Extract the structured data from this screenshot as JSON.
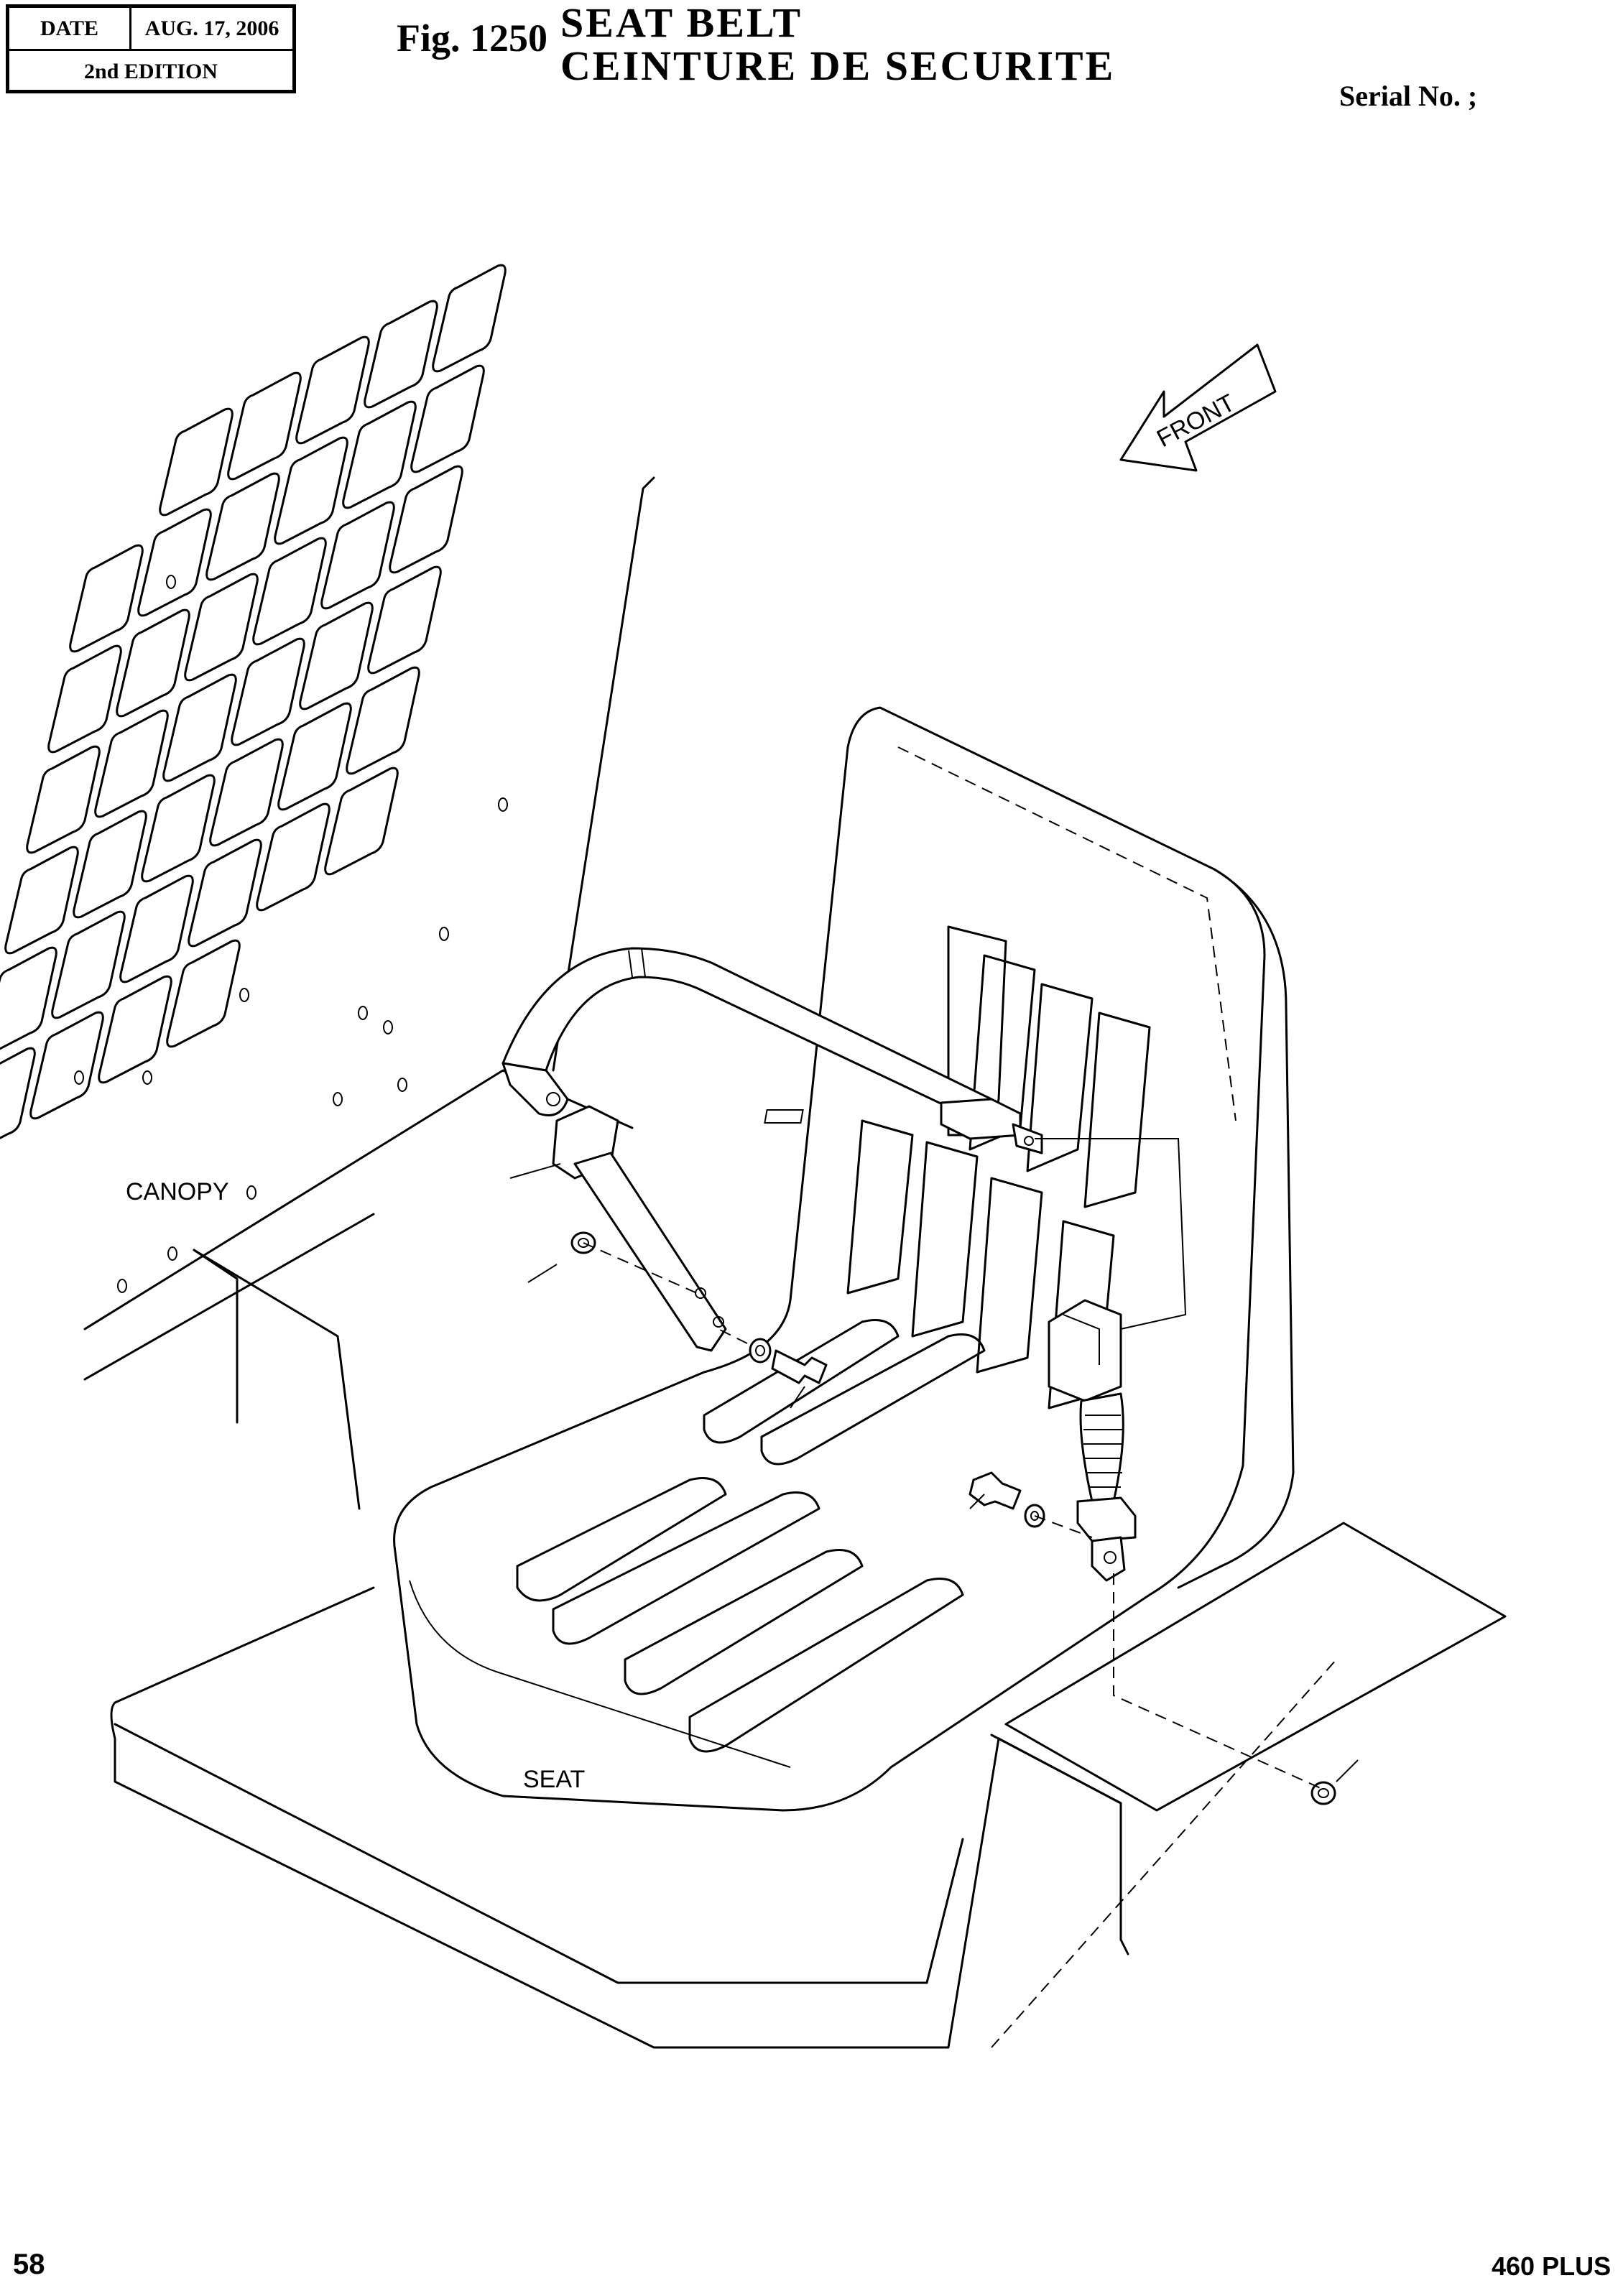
{
  "header": {
    "date_label": "DATE",
    "date_value": "AUG. 17, 2006",
    "edition": "2nd EDITION"
  },
  "figure": {
    "number": "Fig. 1250",
    "title_en": "SEAT  BELT",
    "title_fr": "CEINTURE  DE  SECURITE"
  },
  "serial_label": "Serial No. ;",
  "labels": {
    "front": "FRONT",
    "canopy": "CANOPY",
    "seat": "SEAT"
  },
  "footer": {
    "page_number": "58",
    "model": "460 PLUS"
  }
}
